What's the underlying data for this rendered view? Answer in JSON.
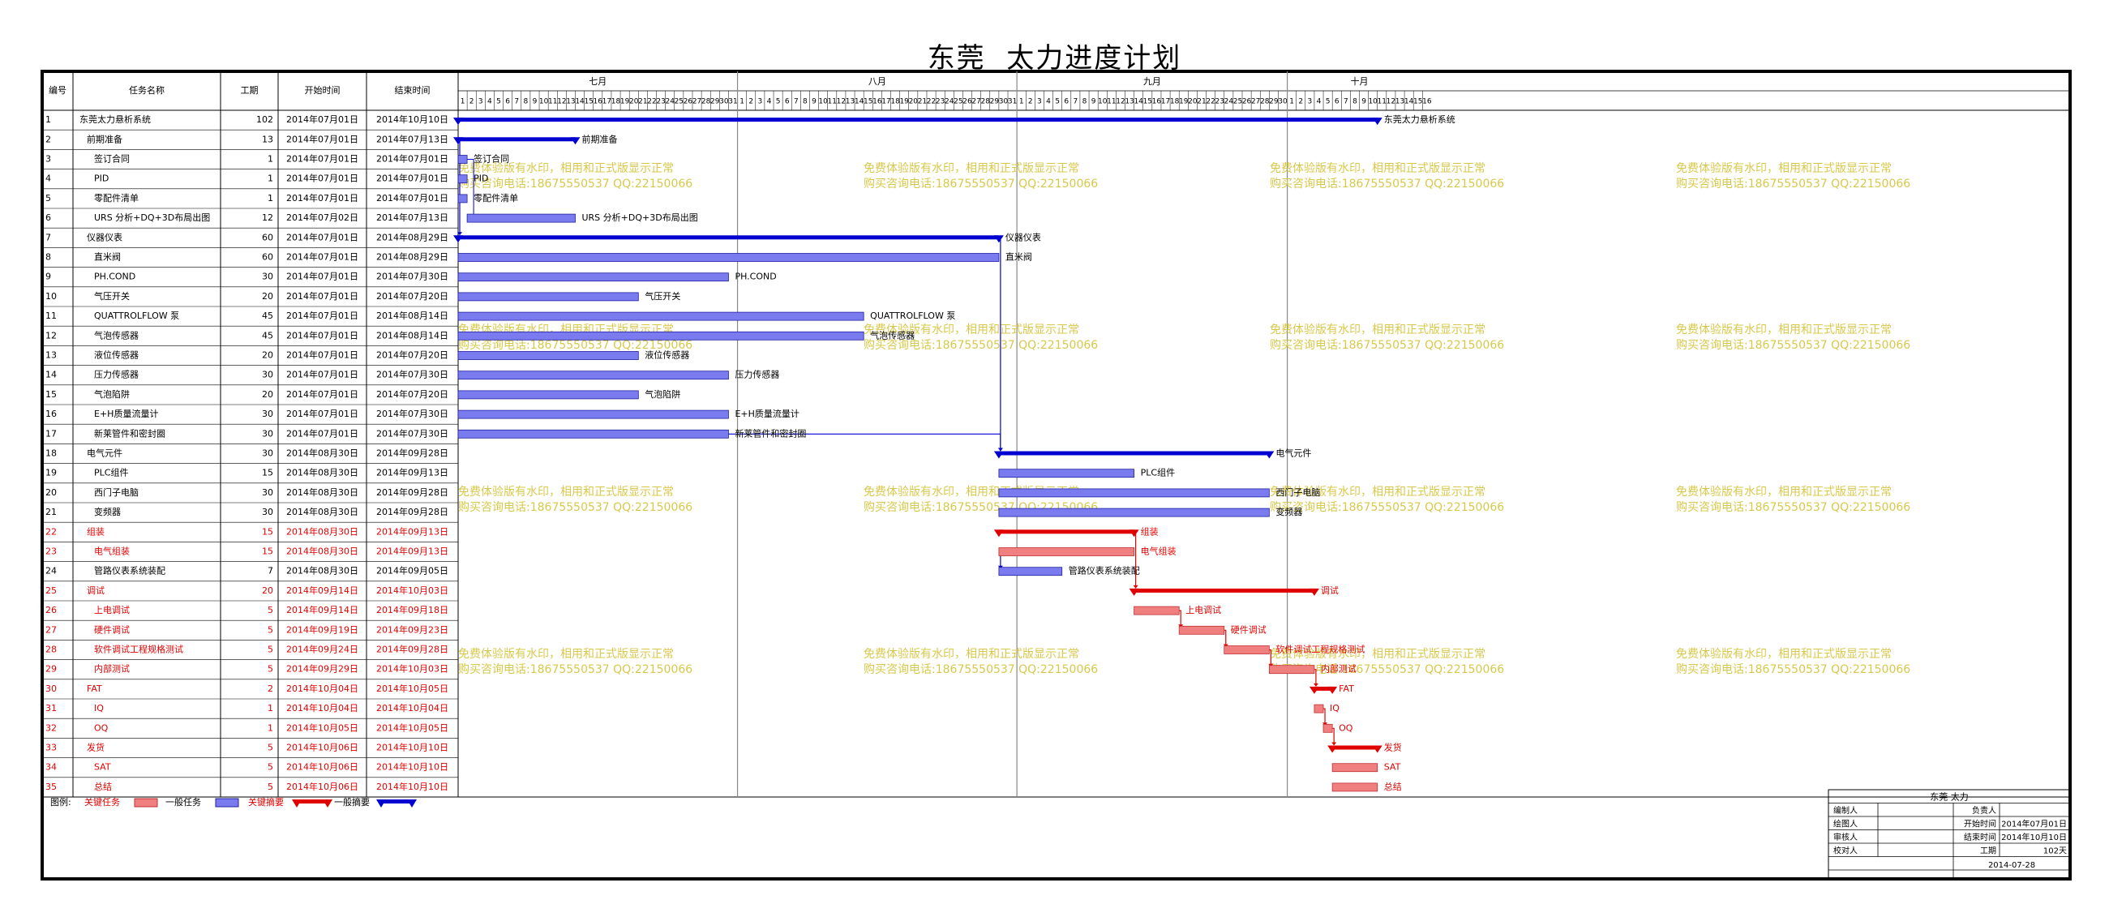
{
  "title": "东莞  太力进度计划",
  "columns": {
    "id": "编号",
    "name": "任务名称",
    "dur": "工期",
    "start": "开始时间",
    "end": "结束时间"
  },
  "months": [
    {
      "label": "七月",
      "days": 31
    },
    {
      "label": "八月",
      "days": 31
    },
    {
      "label": "九月",
      "days": 30
    },
    {
      "label": "十月",
      "days": 16
    }
  ],
  "watermark": {
    "line1": "免费体验版有水印，相用和正式版显示正常",
    "line2": "购买咨询电话:18675550537 QQ:22150066",
    "color": "#d8c84a"
  },
  "colors": {
    "normal_bar": "#7b7bf0",
    "normal_summary": "#0000d0",
    "critical_bar": "#f08080",
    "critical_summary": "#e00000",
    "critical_text": "#e00000"
  },
  "tasks": [
    {
      "id": "1",
      "name": "东莞太力悬析系统",
      "dur": "102",
      "start": "2014年07月01日",
      "end": "2014年10月10日",
      "s": 0,
      "e": 101,
      "type": "summary",
      "crit": false,
      "bar_label": "东莞太力悬析系统",
      "indent": 0
    },
    {
      "id": "2",
      "name": "前期准备",
      "dur": "13",
      "start": "2014年07月01日",
      "end": "2014年07月13日",
      "s": 0,
      "e": 12,
      "type": "summary",
      "crit": false,
      "bar_label": "前期准备",
      "indent": 1
    },
    {
      "id": "3",
      "name": "签订合同",
      "dur": "1",
      "start": "2014年07月01日",
      "end": "2014年07月01日",
      "s": 0,
      "e": 0,
      "type": "task",
      "crit": false,
      "bar_label": "签订合同",
      "indent": 2
    },
    {
      "id": "4",
      "name": "PID",
      "dur": "1",
      "start": "2014年07月01日",
      "end": "2014年07月01日",
      "s": 0,
      "e": 0,
      "type": "task",
      "crit": false,
      "bar_label": "PID",
      "indent": 2
    },
    {
      "id": "5",
      "name": "零配件清单",
      "dur": "1",
      "start": "2014年07月01日",
      "end": "2014年07月01日",
      "s": 0,
      "e": 0,
      "type": "task",
      "crit": false,
      "bar_label": "零配件清单",
      "indent": 2
    },
    {
      "id": "6",
      "name": "URS 分析+DQ+3D布局出图",
      "dur": "12",
      "start": "2014年07月02日",
      "end": "2014年07月13日",
      "s": 1,
      "e": 12,
      "type": "task",
      "crit": false,
      "bar_label": "URS 分析+DQ+3D布局出图",
      "indent": 2
    },
    {
      "id": "7",
      "name": "仪器仪表",
      "dur": "60",
      "start": "2014年07月01日",
      "end": "2014年08月29日",
      "s": 0,
      "e": 59,
      "type": "summary",
      "crit": false,
      "bar_label": "仪器仪表",
      "indent": 1
    },
    {
      "id": "8",
      "name": "直米阀",
      "dur": "60",
      "start": "2014年07月01日",
      "end": "2014年08月29日",
      "s": 0,
      "e": 59,
      "type": "task",
      "crit": false,
      "bar_label": "直米阀",
      "indent": 2
    },
    {
      "id": "9",
      "name": "PH.COND",
      "dur": "30",
      "start": "2014年07月01日",
      "end": "2014年07月30日",
      "s": 0,
      "e": 29,
      "type": "task",
      "crit": false,
      "bar_label": "PH.COND",
      "indent": 2
    },
    {
      "id": "10",
      "name": "气压开关",
      "dur": "20",
      "start": "2014年07月01日",
      "end": "2014年07月20日",
      "s": 0,
      "e": 19,
      "type": "task",
      "crit": false,
      "bar_label": "气压开关",
      "indent": 2
    },
    {
      "id": "11",
      "name": "QUATTROLFLOW 泵",
      "dur": "45",
      "start": "2014年07月01日",
      "end": "2014年08月14日",
      "s": 0,
      "e": 44,
      "type": "task",
      "crit": false,
      "bar_label": "QUATTROLFLOW 泵",
      "indent": 2
    },
    {
      "id": "12",
      "name": "气泡传感器",
      "dur": "45",
      "start": "2014年07月01日",
      "end": "2014年08月14日",
      "s": 0,
      "e": 44,
      "type": "task",
      "crit": false,
      "bar_label": "气泡传感器",
      "indent": 2
    },
    {
      "id": "13",
      "name": "液位传感器",
      "dur": "20",
      "start": "2014年07月01日",
      "end": "2014年07月20日",
      "s": 0,
      "e": 19,
      "type": "task",
      "crit": false,
      "bar_label": "液位传感器",
      "indent": 2
    },
    {
      "id": "14",
      "name": "压力传感器",
      "dur": "30",
      "start": "2014年07月01日",
      "end": "2014年07月30日",
      "s": 0,
      "e": 29,
      "type": "task",
      "crit": false,
      "bar_label": "压力传感器",
      "indent": 2
    },
    {
      "id": "15",
      "name": "气泡陷阱",
      "dur": "20",
      "start": "2014年07月01日",
      "end": "2014年07月20日",
      "s": 0,
      "e": 19,
      "type": "task",
      "crit": false,
      "bar_label": "气泡陷阱",
      "indent": 2
    },
    {
      "id": "16",
      "name": "E+H质量流量计",
      "dur": "30",
      "start": "2014年07月01日",
      "end": "2014年07月30日",
      "s": 0,
      "e": 29,
      "type": "task",
      "crit": false,
      "bar_label": "E+H质量流量计",
      "indent": 2
    },
    {
      "id": "17",
      "name": "新莱管件和密封圈",
      "dur": "30",
      "start": "2014年07月01日",
      "end": "2014年07月30日",
      "s": 0,
      "e": 29,
      "type": "task",
      "crit": false,
      "bar_label": "新莱管件和密封圈",
      "indent": 2
    },
    {
      "id": "18",
      "name": "电气元件",
      "dur": "30",
      "start": "2014年08月30日",
      "end": "2014年09月28日",
      "s": 60,
      "e": 89,
      "type": "summary",
      "crit": false,
      "bar_label": "电气元件",
      "indent": 1
    },
    {
      "id": "19",
      "name": "PLC组件",
      "dur": "15",
      "start": "2014年08月30日",
      "end": "2014年09月13日",
      "s": 60,
      "e": 74,
      "type": "task",
      "crit": false,
      "bar_label": "PLC组件",
      "indent": 2
    },
    {
      "id": "20",
      "name": "西门子电脑",
      "dur": "30",
      "start": "2014年08月30日",
      "end": "2014年09月28日",
      "s": 60,
      "e": 89,
      "type": "task",
      "crit": false,
      "bar_label": "西门子电脑",
      "indent": 2
    },
    {
      "id": "21",
      "name": "变频器",
      "dur": "30",
      "start": "2014年08月30日",
      "end": "2014年09月28日",
      "s": 60,
      "e": 89,
      "type": "task",
      "crit": false,
      "bar_label": "变频器",
      "indent": 2
    },
    {
      "id": "22",
      "name": "组装",
      "dur": "15",
      "start": "2014年08月30日",
      "end": "2014年09月13日",
      "s": 60,
      "e": 74,
      "type": "summary",
      "crit": true,
      "bar_label": "组装",
      "indent": 1
    },
    {
      "id": "23",
      "name": "电气组装",
      "dur": "15",
      "start": "2014年08月30日",
      "end": "2014年09月13日",
      "s": 60,
      "e": 74,
      "type": "task",
      "crit": true,
      "bar_label": "电气组装",
      "indent": 2
    },
    {
      "id": "24",
      "name": "管路仪表系统装配",
      "dur": "7",
      "start": "2014年08月30日",
      "end": "2014年09月05日",
      "s": 60,
      "e": 66,
      "type": "task",
      "crit": false,
      "bar_label": "管路仪表系统装配",
      "indent": 2
    },
    {
      "id": "25",
      "name": "调试",
      "dur": "20",
      "start": "2014年09月14日",
      "end": "2014年10月03日",
      "s": 75,
      "e": 94,
      "type": "summary",
      "crit": true,
      "bar_label": "调试",
      "indent": 1
    },
    {
      "id": "26",
      "name": "上电调试",
      "dur": "5",
      "start": "2014年09月14日",
      "end": "2014年09月18日",
      "s": 75,
      "e": 79,
      "type": "task",
      "crit": true,
      "bar_label": "上电调试",
      "indent": 2
    },
    {
      "id": "27",
      "name": "硬件调试",
      "dur": "5",
      "start": "2014年09月19日",
      "end": "2014年09月23日",
      "s": 80,
      "e": 84,
      "type": "task",
      "crit": true,
      "bar_label": "硬件调试",
      "indent": 2
    },
    {
      "id": "28",
      "name": "软件调试工程规格测试",
      "dur": "5",
      "start": "2014年09月24日",
      "end": "2014年09月28日",
      "s": 85,
      "e": 89,
      "type": "task",
      "crit": true,
      "bar_label": "软件调试工程规格测试",
      "indent": 2
    },
    {
      "id": "29",
      "name": "内部测试",
      "dur": "5",
      "start": "2014年09月29日",
      "end": "2014年10月03日",
      "s": 90,
      "e": 94,
      "type": "task",
      "crit": true,
      "bar_label": "内部测试",
      "indent": 2
    },
    {
      "id": "30",
      "name": "FAT",
      "dur": "2",
      "start": "2014年10月04日",
      "end": "2014年10月05日",
      "s": 95,
      "e": 96,
      "type": "summary",
      "crit": true,
      "bar_label": "FAT",
      "indent": 1
    },
    {
      "id": "31",
      "name": "IQ",
      "dur": "1",
      "start": "2014年10月04日",
      "end": "2014年10月04日",
      "s": 95,
      "e": 95,
      "type": "task",
      "crit": true,
      "bar_label": "IQ",
      "indent": 2
    },
    {
      "id": "32",
      "name": "OQ",
      "dur": "1",
      "start": "2014年10月05日",
      "end": "2014年10月05日",
      "s": 96,
      "e": 96,
      "type": "task",
      "crit": true,
      "bar_label": "OQ",
      "indent": 2
    },
    {
      "id": "33",
      "name": "发货",
      "dur": "5",
      "start": "2014年10月06日",
      "end": "2014年10月10日",
      "s": 97,
      "e": 101,
      "type": "summary",
      "crit": true,
      "bar_label": "发货",
      "indent": 1
    },
    {
      "id": "34",
      "name": "SAT",
      "dur": "5",
      "start": "2014年10月06日",
      "end": "2014年10月10日",
      "s": 97,
      "e": 101,
      "type": "task",
      "crit": true,
      "bar_label": "SAT",
      "indent": 2
    },
    {
      "id": "35",
      "name": "总结",
      "dur": "5",
      "start": "2014年10月06日",
      "end": "2014年10月10日",
      "s": 97,
      "e": 101,
      "type": "task",
      "crit": true,
      "bar_label": "总结",
      "indent": 2
    }
  ],
  "legend": {
    "label": "图例:",
    "items": [
      "关键任务",
      "一般任务",
      "关键摘要",
      "一般摘要"
    ]
  },
  "info_box": {
    "title": "东莞 太力",
    "rows": [
      [
        "编制人",
        "",
        "负责人",
        ""
      ],
      [
        "绘图人",
        "",
        "开始时间",
        "2014年07月01日"
      ],
      [
        "审核人",
        "",
        "结束时间",
        "2014年10月10日"
      ],
      [
        "校对人",
        "",
        "工期",
        "102天"
      ]
    ],
    "date": "2014-07-28"
  },
  "chart_data": {
    "type": "gantt",
    "title": "东莞  太力进度计划",
    "x_axis": {
      "start": "2014-07-01",
      "end": "2014-10-16",
      "months": [
        "七月",
        "八月",
        "九月",
        "十月"
      ]
    },
    "tasks": [
      {
        "id": 1,
        "name": "东莞太力悬析系统",
        "start": "2014-07-01",
        "end": "2014-10-10",
        "duration": 102,
        "summary": true,
        "critical": false
      },
      {
        "id": 2,
        "name": "前期准备",
        "start": "2014-07-01",
        "end": "2014-07-13",
        "duration": 13,
        "summary": true,
        "critical": false
      },
      {
        "id": 3,
        "name": "签订合同",
        "start": "2014-07-01",
        "end": "2014-07-01",
        "duration": 1
      },
      {
        "id": 4,
        "name": "PID",
        "start": "2014-07-01",
        "end": "2014-07-01",
        "duration": 1
      },
      {
        "id": 5,
        "name": "零配件清单",
        "start": "2014-07-01",
        "end": "2014-07-01",
        "duration": 1
      },
      {
        "id": 6,
        "name": "URS 分析+DQ+3D布局出图",
        "start": "2014-07-02",
        "end": "2014-07-13",
        "duration": 12
      },
      {
        "id": 7,
        "name": "仪器仪表",
        "start": "2014-07-01",
        "end": "2014-08-29",
        "duration": 60,
        "summary": true
      },
      {
        "id": 8,
        "name": "直米阀",
        "start": "2014-07-01",
        "end": "2014-08-29",
        "duration": 60
      },
      {
        "id": 9,
        "name": "PH.COND",
        "start": "2014-07-01",
        "end": "2014-07-30",
        "duration": 30
      },
      {
        "id": 10,
        "name": "气压开关",
        "start": "2014-07-01",
        "end": "2014-07-20",
        "duration": 20
      },
      {
        "id": 11,
        "name": "QUATTROLFLOW 泵",
        "start": "2014-07-01",
        "end": "2014-08-14",
        "duration": 45
      },
      {
        "id": 12,
        "name": "气泡传感器",
        "start": "2014-07-01",
        "end": "2014-08-14",
        "duration": 45
      },
      {
        "id": 13,
        "name": "液位传感器",
        "start": "2014-07-01",
        "end": "2014-07-20",
        "duration": 20
      },
      {
        "id": 14,
        "name": "压力传感器",
        "start": "2014-07-01",
        "end": "2014-07-30",
        "duration": 30
      },
      {
        "id": 15,
        "name": "气泡陷阱",
        "start": "2014-07-01",
        "end": "2014-07-20",
        "duration": 20
      },
      {
        "id": 16,
        "name": "E+H质量流量计",
        "start": "2014-07-01",
        "end": "2014-07-30",
        "duration": 30
      },
      {
        "id": 17,
        "name": "新莱管件和密封圈",
        "start": "2014-07-01",
        "end": "2014-07-30",
        "duration": 30
      },
      {
        "id": 18,
        "name": "电气元件",
        "start": "2014-08-30",
        "end": "2014-09-28",
        "duration": 30,
        "summary": true
      },
      {
        "id": 19,
        "name": "PLC组件",
        "start": "2014-08-30",
        "end": "2014-09-13",
        "duration": 15
      },
      {
        "id": 20,
        "name": "西门子电脑",
        "start": "2014-08-30",
        "end": "2014-09-28",
        "duration": 30
      },
      {
        "id": 21,
        "name": "变频器",
        "start": "2014-08-30",
        "end": "2014-09-28",
        "duration": 30
      },
      {
        "id": 22,
        "name": "组装",
        "start": "2014-08-30",
        "end": "2014-09-13",
        "duration": 15,
        "summary": true,
        "critical": true
      },
      {
        "id": 23,
        "name": "电气组装",
        "start": "2014-08-30",
        "end": "2014-09-13",
        "duration": 15,
        "critical": true
      },
      {
        "id": 24,
        "name": "管路仪表系统装配",
        "start": "2014-08-30",
        "end": "2014-09-05",
        "duration": 7
      },
      {
        "id": 25,
        "name": "调试",
        "start": "2014-09-14",
        "end": "2014-10-03",
        "duration": 20,
        "summary": true,
        "critical": true
      },
      {
        "id": 26,
        "name": "上电调试",
        "start": "2014-09-14",
        "end": "2014-09-18",
        "duration": 5,
        "critical": true
      },
      {
        "id": 27,
        "name": "硬件调试",
        "start": "2014-09-19",
        "end": "2014-09-23",
        "duration": 5,
        "critical": true
      },
      {
        "id": 28,
        "name": "软件调试工程规格测试",
        "start": "2014-09-24",
        "end": "2014-09-28",
        "duration": 5,
        "critical": true
      },
      {
        "id": 29,
        "name": "内部测试",
        "start": "2014-09-29",
        "end": "2014-10-03",
        "duration": 5,
        "critical": true
      },
      {
        "id": 30,
        "name": "FAT",
        "start": "2014-10-04",
        "end": "2014-10-05",
        "duration": 2,
        "summary": true,
        "critical": true
      },
      {
        "id": 31,
        "name": "IQ",
        "start": "2014-10-04",
        "end": "2014-10-04",
        "duration": 1,
        "critical": true
      },
      {
        "id": 32,
        "name": "OQ",
        "start": "2014-10-05",
        "end": "2014-10-05",
        "duration": 1,
        "critical": true
      },
      {
        "id": 33,
        "name": "发货",
        "start": "2014-10-06",
        "end": "2014-10-10",
        "duration": 5,
        "summary": true,
        "critical": true
      },
      {
        "id": 34,
        "name": "SAT",
        "start": "2014-10-06",
        "end": "2014-10-10",
        "duration": 5,
        "critical": true
      },
      {
        "id": 35,
        "name": "总结",
        "start": "2014-10-06",
        "end": "2014-10-10",
        "duration": 5,
        "critical": true
      }
    ]
  }
}
